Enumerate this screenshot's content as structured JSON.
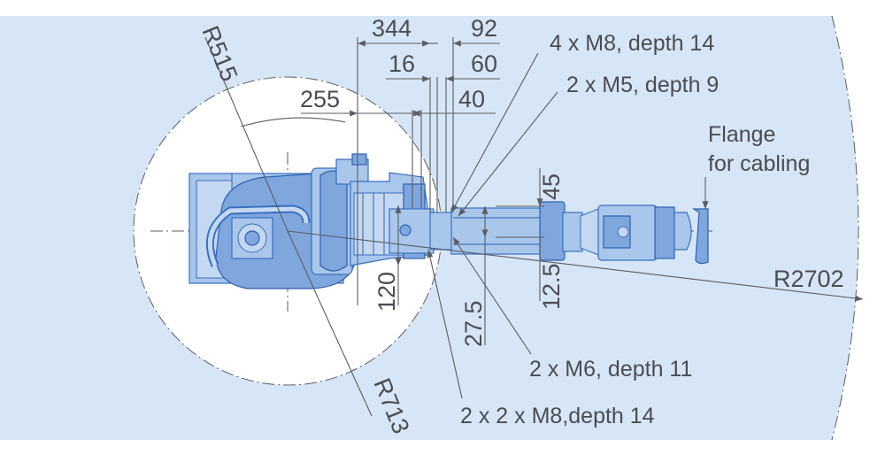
{
  "colors": {
    "work_area": "#d6e6f6",
    "robot_body": "#a9c6eb",
    "robot_outline": "#3a6fc0",
    "lines": "#5a5d63",
    "text": "#4a4d52"
  },
  "dimensions": {
    "d344": "344",
    "d92": "92",
    "d16": "16",
    "d60": "60",
    "d255": "255",
    "d40": "40",
    "d45": "45",
    "d12_5": "12.5",
    "d120": "120",
    "d27_5": "27.5"
  },
  "radii": {
    "r515": "R515",
    "r713": "R713",
    "r2702": "R2702"
  },
  "callouts": {
    "m8_depth14": "4 x M8, depth 14",
    "m5_depth9": "2 x M5, depth 9",
    "flange_line1": "Flange",
    "flange_line2": "for cabling",
    "m6_depth11": "2 x M6, depth 11",
    "m8_2x2": "2 x 2 x M8,depth 14"
  }
}
